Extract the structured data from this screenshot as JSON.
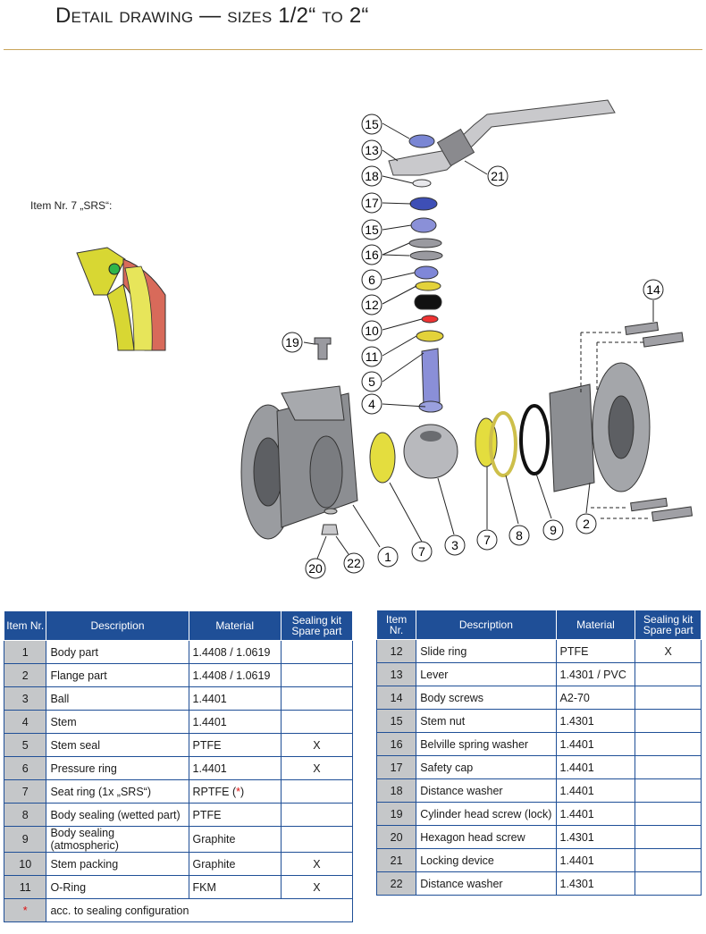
{
  "page": {
    "title": "Detail drawing — sizes 1/2“ to 2“",
    "srs_label": "Item Nr. 7 „SRS“:"
  },
  "colors": {
    "header_blue": "#1f4f97",
    "num_gray": "#c5c7c9",
    "rule_gold": "#c9a45a",
    "accent_red": "#d11111"
  },
  "callouts": [
    "15",
    "13",
    "21",
    "18",
    "17",
    "15",
    "16",
    "6",
    "12",
    "10",
    "11",
    "5",
    "4",
    "19",
    "14",
    "1",
    "22",
    "20",
    "7",
    "3",
    "7",
    "8",
    "9",
    "2"
  ],
  "table_left": {
    "headers": {
      "item": "Item Nr.",
      "description": "Description",
      "material": "Material",
      "kit": "Sealing kit Spare part"
    },
    "rows": [
      {
        "num": "1",
        "description": "Body part",
        "material": "1.4408 / 1.0619",
        "kit": ""
      },
      {
        "num": "2",
        "description": "Flange part",
        "material": "1.4408 / 1.0619",
        "kit": ""
      },
      {
        "num": "3",
        "description": "Ball",
        "material": "1.4401",
        "kit": ""
      },
      {
        "num": "4",
        "description": "Stem",
        "material": "1.4401",
        "kit": ""
      },
      {
        "num": "5",
        "description": "Stem seal",
        "material": "PTFE",
        "kit": "X"
      },
      {
        "num": "6",
        "description": "Pressure ring",
        "material": "1.4401",
        "kit": "X"
      },
      {
        "num": "7",
        "description": "Seat ring (1x „SRS“)",
        "material": "RPTFE (",
        "material_star": "*",
        "material_end": ")",
        "kit": ""
      },
      {
        "num": "8",
        "description": "Body sealing (wetted part)",
        "material": "PTFE",
        "kit": ""
      },
      {
        "num": "9",
        "description": "Body sealing (atmospheric)",
        "material": "Graphite",
        "kit": ""
      },
      {
        "num": "10",
        "description": "Stem packing",
        "material": "Graphite",
        "kit": "X"
      },
      {
        "num": "11",
        "description": "O-Ring",
        "material": "FKM",
        "kit": "X"
      }
    ],
    "footnote": {
      "symbol": "*",
      "text": "acc. to sealing configuration"
    }
  },
  "table_right": {
    "headers": {
      "item": "Item Nr.",
      "description": "Description",
      "material": "Material",
      "kit": "Sealing kit Spare part"
    },
    "rows": [
      {
        "num": "12",
        "description": "Slide ring",
        "material": "PTFE",
        "kit": "X"
      },
      {
        "num": "13",
        "description": "Lever",
        "material": "1.4301 / PVC",
        "kit": ""
      },
      {
        "num": "14",
        "description": "Body screws",
        "material": "A2-70",
        "kit": ""
      },
      {
        "num": "15",
        "description": "Stem nut",
        "material": "1.4301",
        "kit": ""
      },
      {
        "num": "16",
        "description": "Belville spring washer",
        "material": "1.4401",
        "kit": ""
      },
      {
        "num": "17",
        "description": "Safety cap",
        "material": "1.4401",
        "kit": ""
      },
      {
        "num": "18",
        "description": "Distance washer",
        "material": "1.4401",
        "kit": ""
      },
      {
        "num": "19",
        "description": "Cylinder head screw (lock)",
        "material": "1.4401",
        "kit": ""
      },
      {
        "num": "20",
        "description": "Hexagon head screw",
        "material": "1.4301",
        "kit": ""
      },
      {
        "num": "21",
        "description": "Locking device",
        "material": "1.4401",
        "kit": ""
      },
      {
        "num": "22",
        "description": "Distance washer",
        "material": "1.4301",
        "kit": ""
      }
    ]
  }
}
